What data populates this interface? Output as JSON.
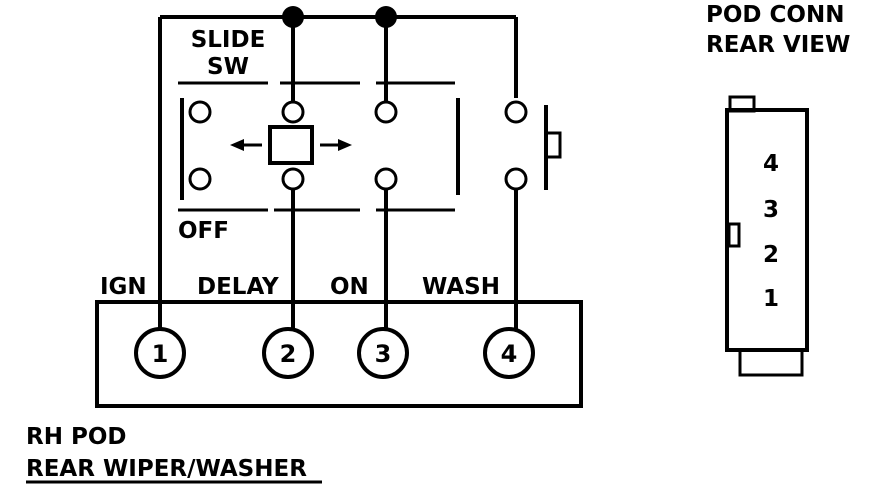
{
  "switch": {
    "title_line1": "SLIDE",
    "title_line2": "SW",
    "off_label": "OFF"
  },
  "terminals": {
    "labels": [
      "IGN",
      "DELAY",
      "ON",
      "WASH"
    ],
    "pins": [
      "1",
      "2",
      "3",
      "4"
    ]
  },
  "pod": {
    "line1": "RH POD",
    "line2": "REAR WIPER/WASHER"
  },
  "connector": {
    "title_line1": "POD CONN",
    "title_line2": "REAR VIEW",
    "pins": [
      "4",
      "3",
      "2",
      "1"
    ]
  },
  "colors": {
    "ink": "#000000",
    "background": "#ffffff"
  }
}
